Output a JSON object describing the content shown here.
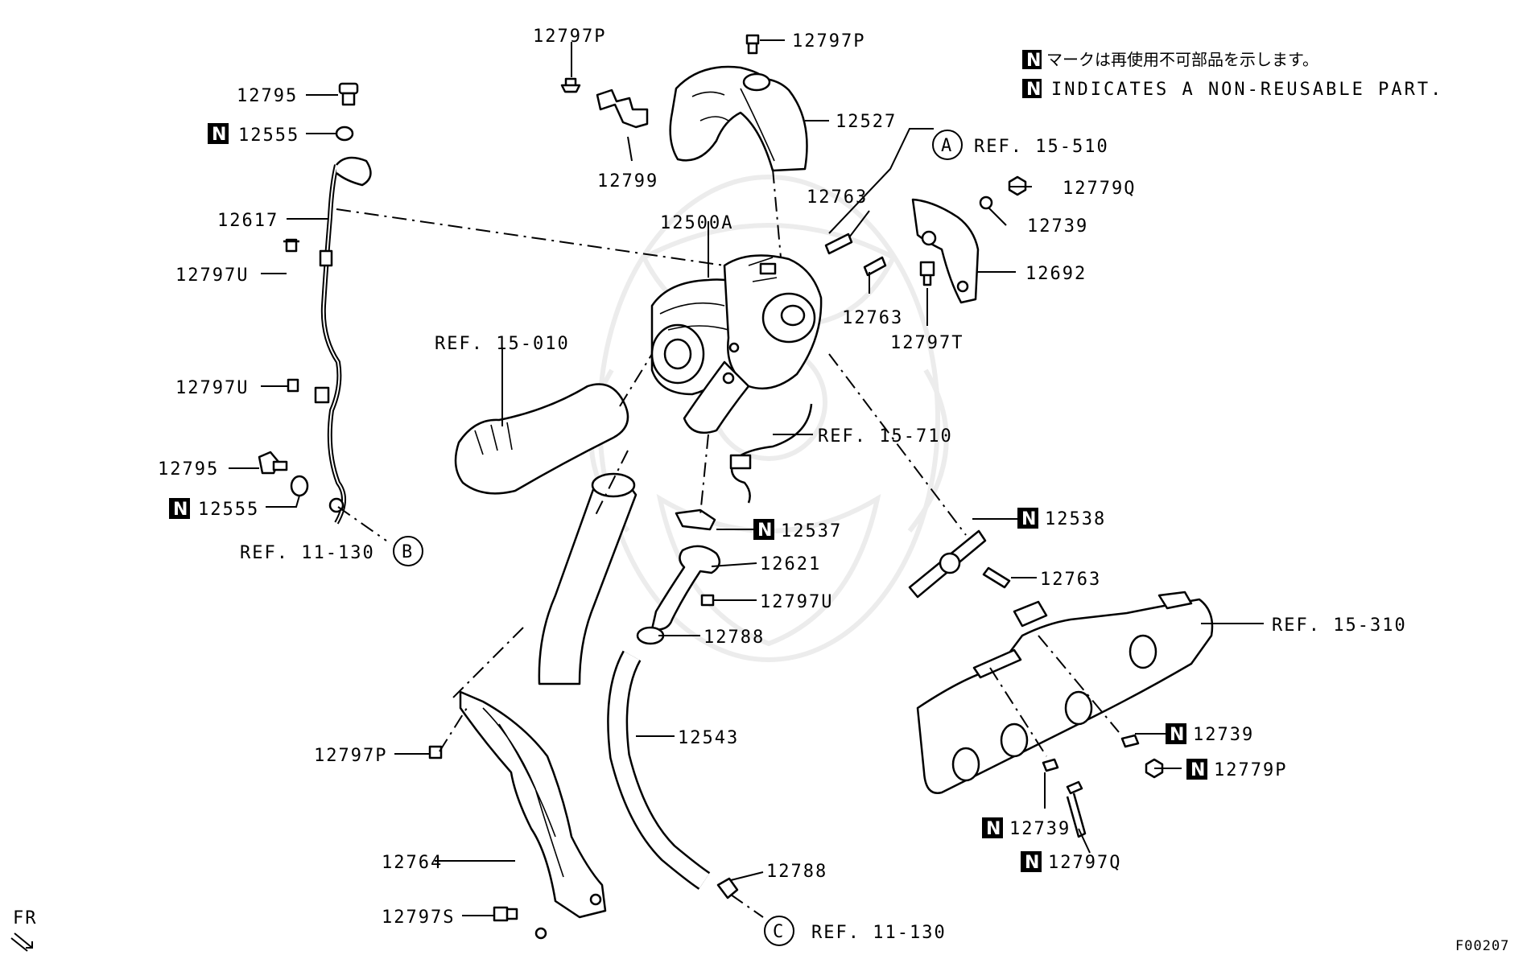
{
  "legend": {
    "mark": "N",
    "jp": "マークは再使用不可部品を示します。",
    "en": "INDICATES A NON-REUSABLE PART."
  },
  "labels": {
    "p12797P_top_left": "12797P",
    "p12797P_top_right": "12797P",
    "p12527": "12527",
    "p12799": "12799",
    "p12795_top": "12795",
    "p12555_top": "12555",
    "p12617": "12617",
    "p12797U_1": "12797U",
    "p12797U_2": "12797U",
    "p12795_bottom": "12795",
    "p12555_bottom": "12555",
    "p12500A": "12500A",
    "p12763_1": "12763",
    "p12763_2": "12763",
    "p12763_3": "12763",
    "p12779Q": "12779Q",
    "p12739_top": "12739",
    "p12692": "12692",
    "p12797T": "12797T",
    "p12537": "12537",
    "p12538": "12538",
    "p12621": "12621",
    "p12797U_3": "12797U",
    "p12788_1": "12788",
    "p12788_2": "12788",
    "p12543": "12543",
    "p12797P_bottom": "12797P",
    "p12764": "12764",
    "p12797S": "12797S",
    "p12739_mid": "12739",
    "p12779P": "12779P",
    "p12739_bottom": "12739",
    "p12797Q": "12797Q"
  },
  "refs": {
    "ref_15_510": "REF. 15-510",
    "ref_15_010": "REF. 15-010",
    "ref_15_710": "REF. 15-710",
    "ref_11_130_B": "REF. 11-130",
    "ref_15_310": "REF. 15-310",
    "ref_11_130_C": "REF. 11-130"
  },
  "callouts": {
    "A": "A",
    "B": "B",
    "C": "C"
  },
  "non_reusable_mark": "N",
  "direction": "FR",
  "figure_code": "F00207"
}
